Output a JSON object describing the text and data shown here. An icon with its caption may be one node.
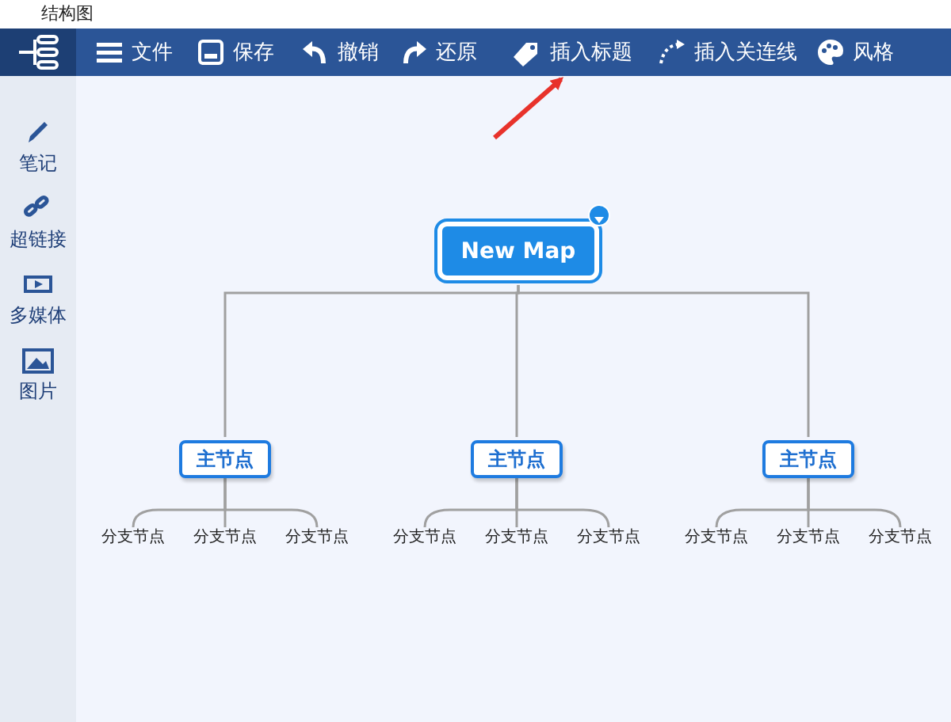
{
  "diagram": {
    "title": "结构图",
    "nodes": [
      {
        "text": [
          "New Map"
        ]
      },
      {
        "text": [
          "主节点"
        ]
      },
      {
        "text": [
          "主节点"
        ]
      },
      {
        "text": [
          "主节点"
        ]
      },
      {
        "text": [
          "分支节点"
        ]
      },
      {
        "text": [
          "分支节点"
        ]
      },
      {
        "text": [
          "分支节点"
        ]
      },
      {
        "text": [
          "分支节点"
        ]
      },
      {
        "text": [
          "分支节点"
        ]
      },
      {
        "text": [
          "分支节点"
        ]
      },
      {
        "text": [
          "分支节点"
        ]
      },
      {
        "text": [
          "分支节点"
        ]
      },
      {
        "text": [
          "分支节点"
        ]
      },
      {
        "text": [
          "插入标题"
        ]
      },
      {
        "text": [
          "文件"
        ]
      },
      {
        "text": [
          "保存"
        ]
      },
      {
        "text": [
          "撤销"
        ]
      },
      {
        "text": [
          "还原"
        ]
      },
      {
        "text": [
          "插入关连线"
        ]
      },
      {
        "text": [
          "风格"
        ]
      },
      {
        "text": [
          "笔记"
        ]
      },
      {
        "text": [
          "超链接"
        ]
      },
      {
        "text": [
          "多媒体"
        ]
      },
      {
        "text": [
          "图片"
        ]
      }
    ],
    "edges": [
      {
        "from": 0,
        "to": 1,
        "arrow": "none"
      },
      {
        "from": 0,
        "to": 2,
        "arrow": "none"
      },
      {
        "from": 0,
        "to": 3,
        "arrow": "none"
      },
      {
        "from": 1,
        "to": 4,
        "arrow": "none"
      },
      {
        "from": 1,
        "to": 5,
        "arrow": "none"
      },
      {
        "from": 1,
        "to": 6,
        "arrow": "none"
      },
      {
        "from": 2,
        "to": 7,
        "arrow": "none"
      },
      {
        "from": 2,
        "to": 8,
        "arrow": "none"
      },
      {
        "from": 2,
        "to": 9,
        "arrow": "none"
      },
      {
        "from": 3,
        "to": 10,
        "arrow": "none"
      },
      {
        "from": 3,
        "to": 11,
        "arrow": "none"
      },
      {
        "from": 3,
        "to": 12,
        "arrow": "none"
      },
      {
        "from": null,
        "to": 13,
        "arrow": "to",
        "style": "thick",
        "color": "#e8322b"
      }
    ]
  }
}
